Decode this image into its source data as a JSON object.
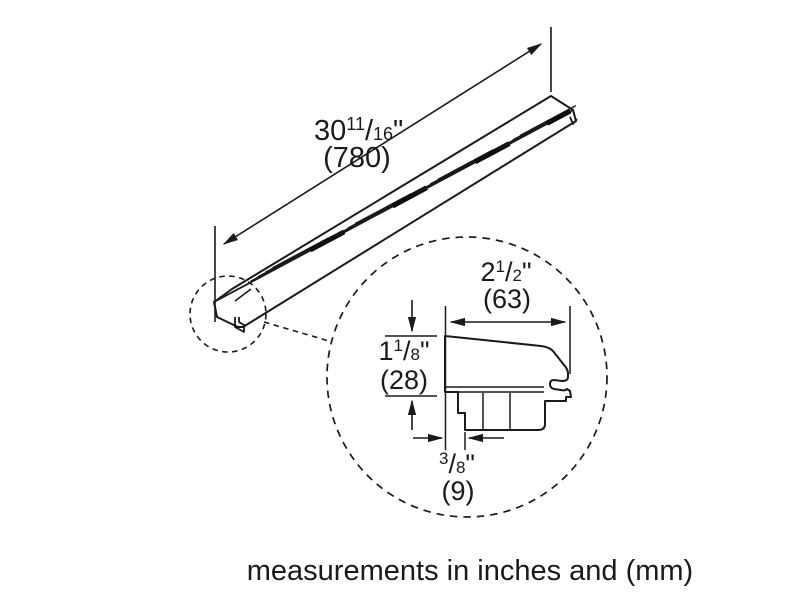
{
  "caption": "measurements in inches and (mm)",
  "colors": {
    "line": "#1a1a1a",
    "background": "#ffffff",
    "slot_dark": "#0d0d0d"
  },
  "length_dim": {
    "whole": "30",
    "frac_num": "11",
    "frac_slash": "/",
    "frac_den": "16",
    "unit": "\"",
    "mm": "(780)"
  },
  "detail": {
    "width_dim": {
      "whole": "2",
      "frac_num": "1",
      "frac_slash": "/",
      "frac_den": "2",
      "unit": "\"",
      "mm": "(63)"
    },
    "height_dim": {
      "whole": "1",
      "frac_num": "1",
      "frac_slash": "/",
      "frac_den": "8",
      "unit": "\"",
      "mm": "(28)"
    },
    "offset_dim": {
      "frac_num": "3",
      "frac_slash": "/",
      "frac_den": "8",
      "unit": "\"",
      "mm": "(9)"
    }
  }
}
